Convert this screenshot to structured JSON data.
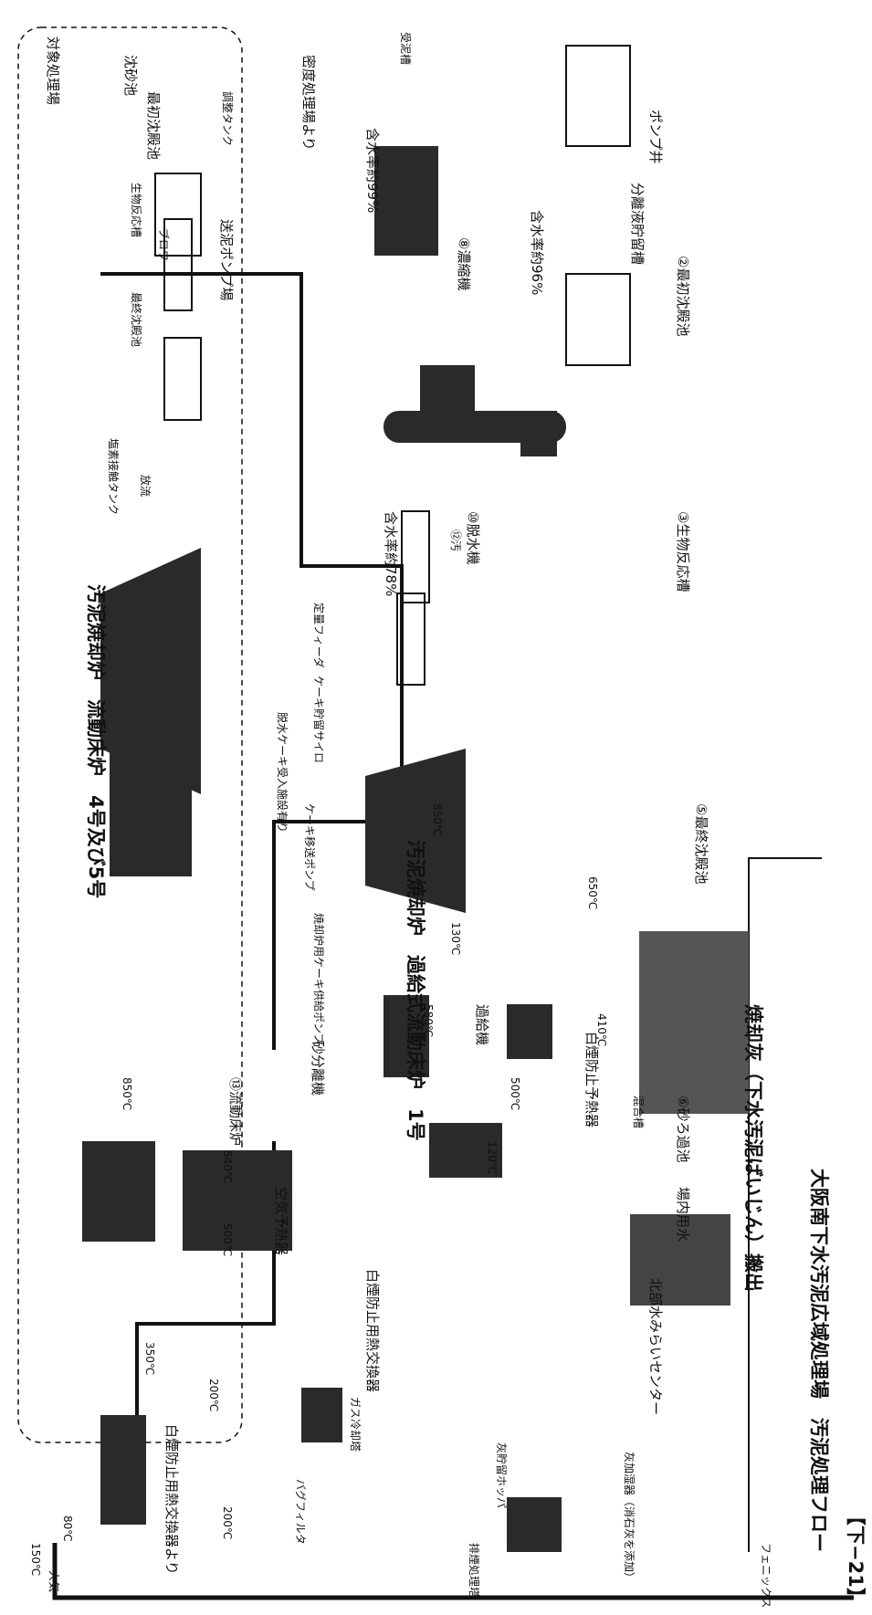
{
  "header": {
    "doc_id": "【下−21】",
    "title": "大阪南下水汚泥広域処理場　汚泥処理フロー",
    "subtitle": "対象処理場"
  },
  "sections": {
    "incinerator_main": "汚泥焼却炉　流動床炉　4号及び5号",
    "incinerator_alt": "汚泥焼却炉　過給式流動床炉　1号",
    "ash_export": "焼却灰（下水汚泥ばいじん）搬出",
    "north_center": "北部水みらいセンター"
  },
  "labels": {
    "sand_basin": "沈砂池",
    "first_settle": "最初沈殿池",
    "bio_tank": "生物反応槽",
    "final_settle": "最終沈殿池",
    "blower": "ブロワー",
    "chlorine": "塩素接触タンク",
    "discharge": "放流",
    "adjust_tank": "調整タンク",
    "sludge_pump": "送泥ポンプ場",
    "receive_tank": "受泥槽",
    "from_dense": "密度処理場より",
    "thickener": "⑧濃縮機",
    "dewater": "⑩脱水機",
    "water_99": "含水率約99%",
    "water_96": "含水率約96%",
    "water_78": "含水率約78%",
    "cake_silo": "ケーキ貯留サイロ",
    "cake_pump": "ケーキ移送ポンプ",
    "incin_pump": "焼却炉用ケーキ供給ポンプ",
    "sand_sep": "砂分離機",
    "fluid_bed": "⑬流動床炉",
    "air_preheat": "空気予熱器",
    "white_smoke_hx": "白煙防止用熱交換器",
    "white_smoke_hx2": "白煙防止用熱交換器より",
    "bag_filter": "バグフィルタ",
    "gas_cooler": "ガス冷却塔",
    "exhaust_tower": "排煙処理塔",
    "mix_tank": "混合槽",
    "ash_hopper": "灰貯留ホッパ",
    "ash_mixer": "灰加湿器（消石灰を添加）",
    "phoenix": "フェニックス",
    "supercharger": "過給機",
    "white_prevent_pre": "白煙防止予熱器",
    "sand_basin2": "⑥砂ろ過池",
    "in_plant_water": "場内用水",
    "sep_storage": "分離液貯留槽",
    "bio_reaction2": "③生物反応槽",
    "first_settle2": "②最初沈殿池",
    "final_settle2": "⑤最終沈殿池",
    "pump_well": "ポンプ井",
    "smelter": "⑫汚",
    "atmosphere": "大気",
    "cyclone": "定量フィーダ",
    "cake_receive": "脱水ケーキ受入施設有り"
  },
  "temps": [
    "150℃",
    "80℃",
    "200℃",
    "350℃",
    "200℃",
    "500℃",
    "540℃",
    "850℃",
    "120℃",
    "500℃",
    "580℃",
    "410℃",
    "130℃",
    "850℃",
    "650℃"
  ],
  "colors": {
    "ink": "#111111",
    "paper": "#ffffff",
    "shade": "#2a2a2a"
  }
}
